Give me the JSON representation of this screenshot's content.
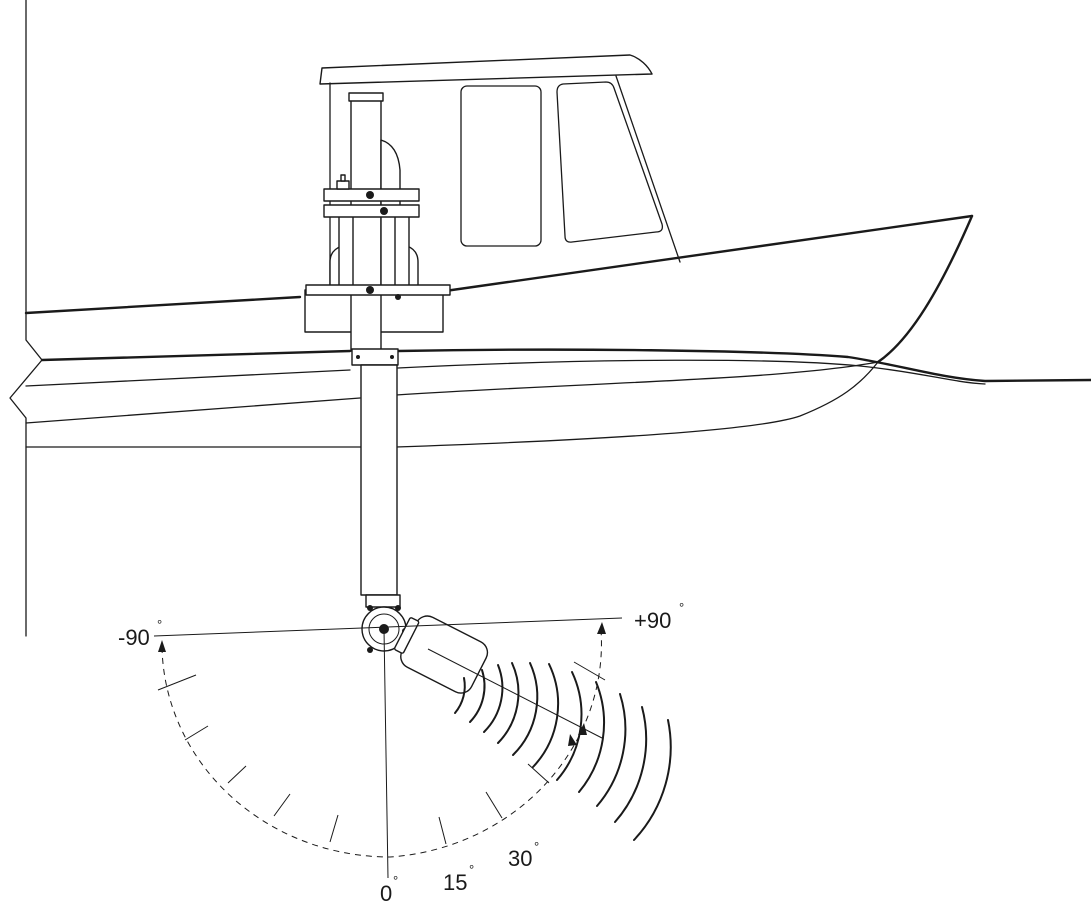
{
  "angle_labels": {
    "minus_90": "-90",
    "plus_90": "+90",
    "zero": "0",
    "fifteen": "15",
    "thirty": "30"
  },
  "degree_symbol": "°"
}
